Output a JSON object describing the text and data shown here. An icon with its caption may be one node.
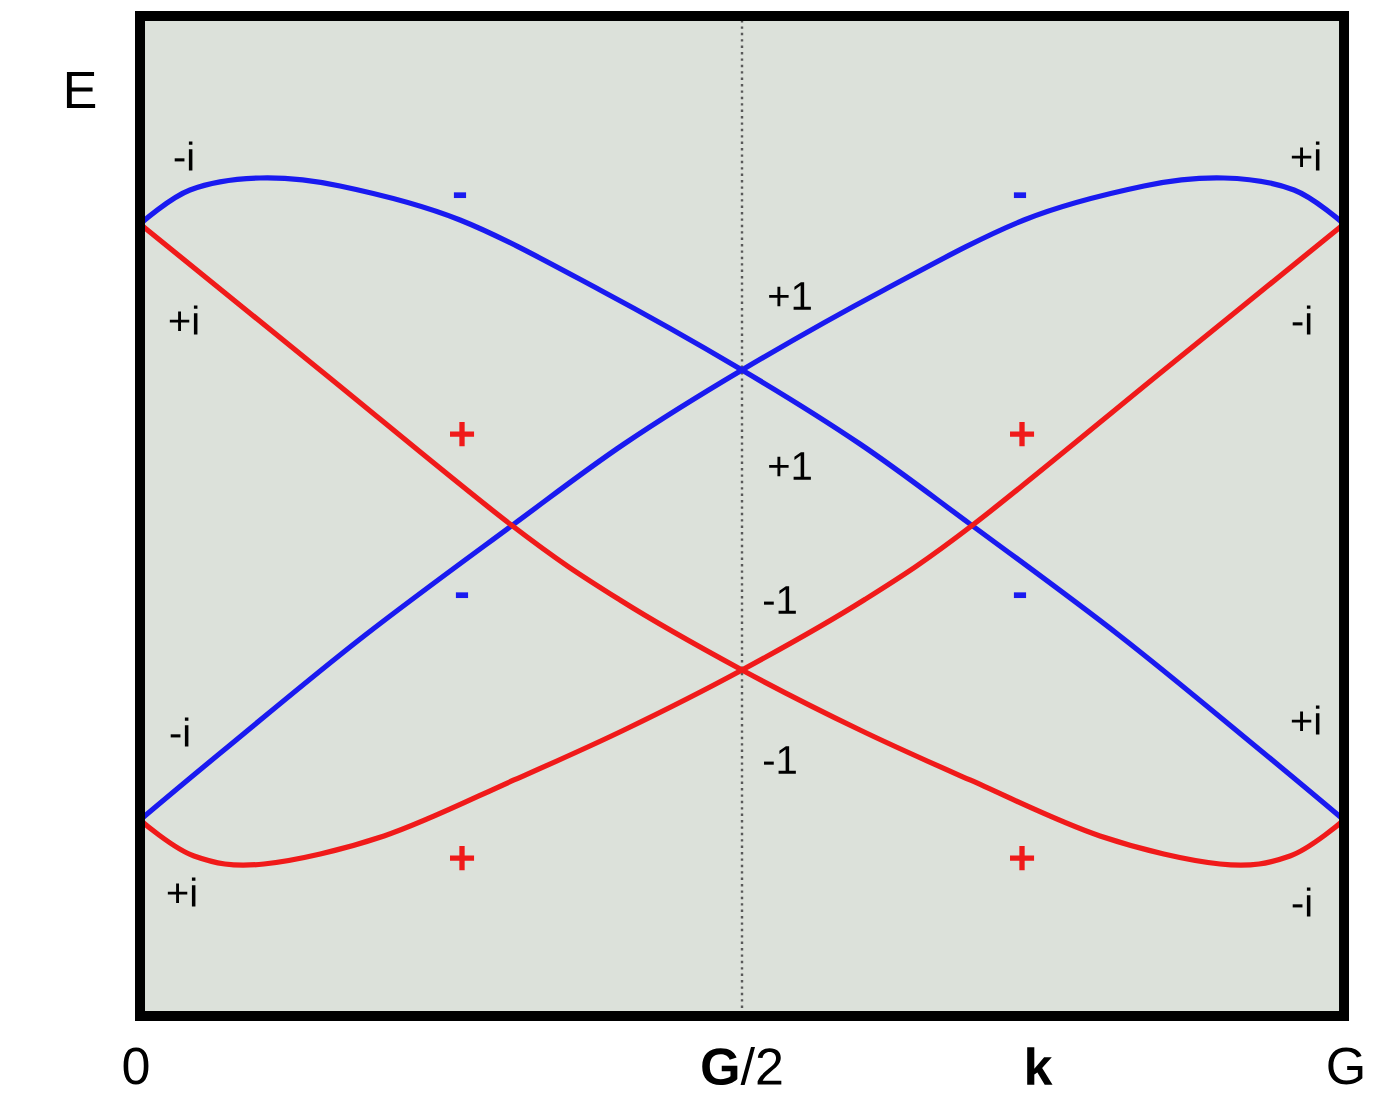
{
  "diagram": {
    "labels": [
      "E",
      "-i",
      "+i",
      "-",
      "-",
      "+i",
      "+1",
      "-i",
      "+",
      "+",
      "+1",
      "-",
      "-",
      "-1",
      "-i",
      "+i",
      "-1",
      "+",
      "+",
      "+i",
      "-i",
      "0",
      "**G**/2",
      "k",
      "G"
    ]
  }
}
